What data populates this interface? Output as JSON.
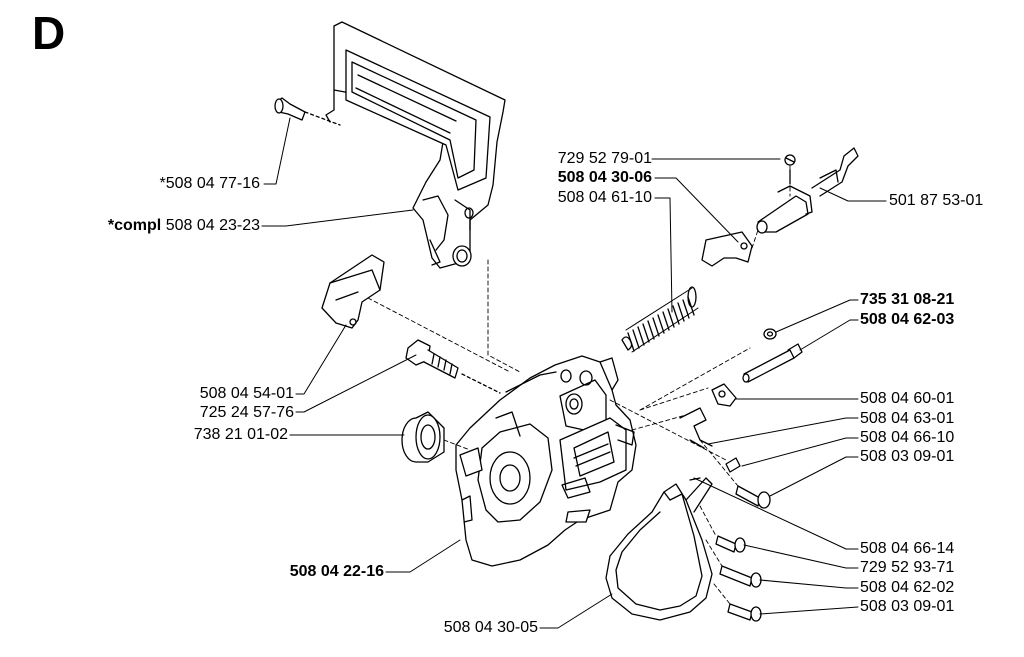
{
  "section": "D",
  "labels": {
    "p1": {
      "prefix": "",
      "number": "*508 04 77-16",
      "bold": false
    },
    "p2": {
      "prefix": "*compl",
      "number": "508 04 23-23",
      "bold": false
    },
    "p3": {
      "prefix": "",
      "number": "729 52 79-01",
      "bold": false
    },
    "p4": {
      "prefix": "",
      "number": "508 04 30-06",
      "bold": true
    },
    "p5": {
      "prefix": "",
      "number": "508 04 61-10",
      "bold": false
    },
    "p6": {
      "prefix": "",
      "number": "501 87 53-01",
      "bold": false
    },
    "p7": {
      "prefix": "",
      "number": "735 31 08-21",
      "bold": true
    },
    "p8": {
      "prefix": "",
      "number": "508 04 62-03",
      "bold": true
    },
    "p9": {
      "prefix": "",
      "number": "508 04 54-01",
      "bold": false
    },
    "p10": {
      "prefix": "",
      "number": "725 24 57-76",
      "bold": false
    },
    "p11": {
      "prefix": "",
      "number": "738 21 01-02",
      "bold": false
    },
    "p12": {
      "prefix": "",
      "number": "508 04 60-01",
      "bold": false
    },
    "p13": {
      "prefix": "",
      "number": "508 04 63-01",
      "bold": false
    },
    "p14": {
      "prefix": "",
      "number": "508 04 66-10",
      "bold": false
    },
    "p15": {
      "prefix": "",
      "number": "508 03 09-01",
      "bold": false
    },
    "p16": {
      "prefix": "",
      "number": "508 04 22-16",
      "bold": true
    },
    "p17": {
      "prefix": "",
      "number": "508 04 66-14",
      "bold": false
    },
    "p18": {
      "prefix": "",
      "number": "729 52 93-71",
      "bold": false
    },
    "p19": {
      "prefix": "",
      "number": "508 04 62-02",
      "bold": false
    },
    "p20": {
      "prefix": "",
      "number": "508 03 09-01",
      "bold": false
    },
    "p21": {
      "prefix": "",
      "number": "508 04 30-05",
      "bold": false
    }
  }
}
